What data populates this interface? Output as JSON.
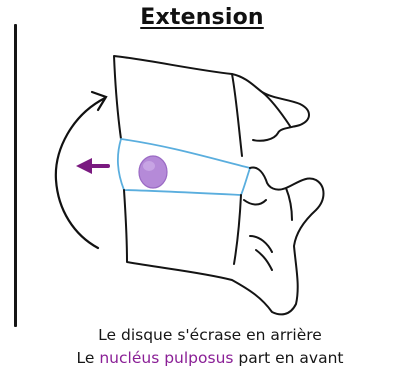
{
  "title": "Extension",
  "caption": {
    "line1": "Le disque s'écrase en arrière",
    "line2_prefix": "Le",
    "line2_highlight": "nucléus pulposus",
    "line2_suffix": "part en avant"
  },
  "colors": {
    "ink": "#111111",
    "disc_outline": "#5aaede",
    "nucleus": "#b07ad6",
    "arrow": "#7a1a80",
    "highlight_text": "#8a1f96"
  },
  "icons": [
    "rotation-arrow-icon",
    "push-arrow-icon"
  ]
}
